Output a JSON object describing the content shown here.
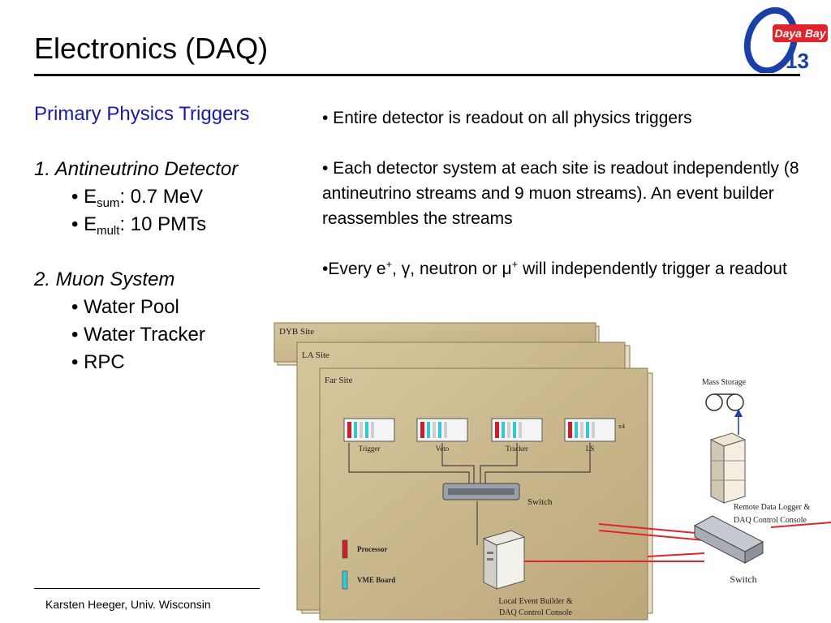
{
  "slide": {
    "title": "Electronics (DAQ)",
    "footer": "Karsten Heeger, Univ. Wisconsin"
  },
  "logo": {
    "text": "Daya Bay",
    "number": "13",
    "colors": {
      "ring": "#1a3fa8",
      "badge": "#e0242b",
      "badge_text": "#ffffff"
    }
  },
  "left": {
    "heading": "Primary Physics Triggers",
    "section1": {
      "title": "1. Antineutrino Detector",
      "items": [
        {
          "bullet": "• ",
          "base": "E",
          "sub": "sum",
          "rest": ": 0.7 MeV"
        },
        {
          "bullet": "• ",
          "base": "E",
          "sub": "mult",
          "rest": ": 10 PMTs"
        }
      ]
    },
    "section2": {
      "title": "2. Muon System",
      "items": [
        "• Water Pool",
        "• Water Tracker",
        "• RPC"
      ]
    }
  },
  "right": {
    "bullets": {
      "b1": "• Entire detector is readout on all physics triggers",
      "b2": "• Each detector system at each site is readout independently (8 antineutrino streams and 9 muon streams). An event builder reassembles the streams",
      "b3": {
        "part1": "•Every e",
        "sup1": "+",
        "part2": ", γ, neutron or μ",
        "sup2": "+",
        "part3": " will independently trigger a readout"
      }
    }
  },
  "diagram": {
    "panel_labels": [
      "DYB Site",
      "LA Site",
      "Far Site"
    ],
    "crates": [
      "Trigger",
      "Veto",
      "Tracker",
      "LS"
    ],
    "crate_tag": "x4",
    "switch_label": "Switch",
    "legend": [
      "Processor",
      "VME Board"
    ],
    "event_builder": [
      "Local Event Builder &",
      "DAQ Control Console"
    ],
    "mass_storage": "Mass Storage",
    "remote_logger": [
      "Remote Data Logger &",
      "DAQ Control Console"
    ],
    "main_switch": "Switch",
    "colors": {
      "panel": "#ccb98e",
      "panel_edge": "#8a7a55",
      "processor": "#c8202a",
      "vme": "#36c6d6",
      "link": "#e0242b",
      "arrow": "#1a3fa8"
    }
  }
}
